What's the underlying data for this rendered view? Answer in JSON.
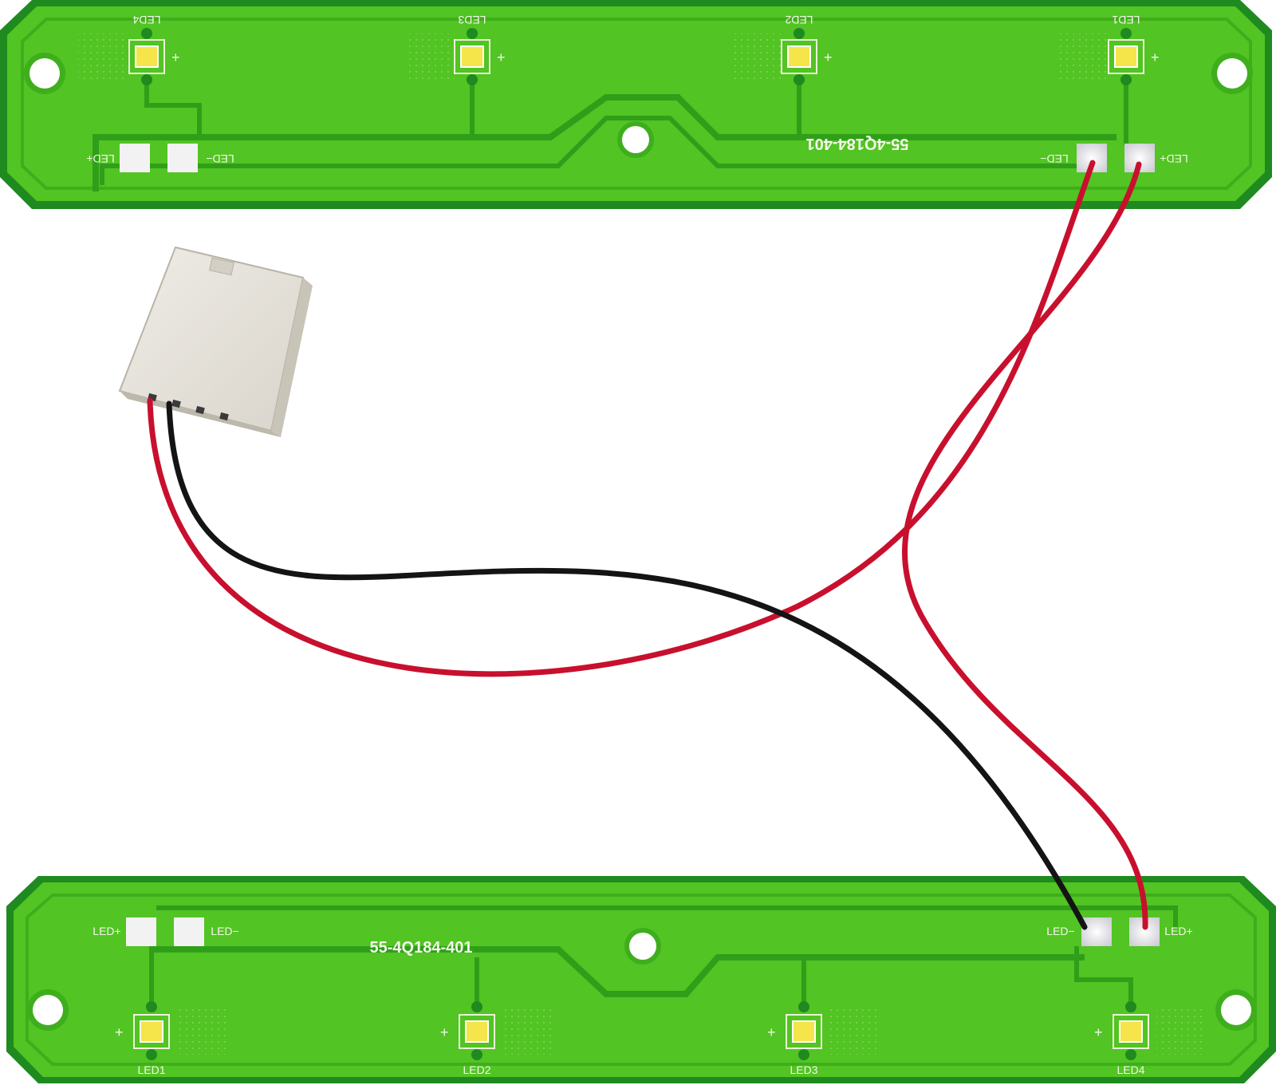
{
  "colors": {
    "background": "#ffffff",
    "pcb_edge": "#1f8a1f",
    "pcb_fill": "#52c423",
    "pcb_inner": "#3fae1d",
    "trace": "#2f9f1a",
    "pad": "#f2f2f2",
    "led": "#f5e44a",
    "wire_red": "#c8102e",
    "wire_black": "#141414",
    "connector": "#e6e3dc",
    "connector_shade": "#c8c4b8"
  },
  "top_board": {
    "part_number": "55-4Q184-401",
    "led_labels": [
      "LED4",
      "LED3",
      "LED2",
      "LED1"
    ],
    "plus_mark": "+",
    "pads_left": [
      "LED+",
      "LED−"
    ],
    "pads_right": [
      "LED−",
      "LED+"
    ]
  },
  "bottom_board": {
    "part_number": "55-4Q184-401",
    "led_labels": [
      "LED1",
      "LED2",
      "LED3",
      "LED4"
    ],
    "plus_mark": "+",
    "pads_left": [
      "LED+",
      "LED−"
    ],
    "pads_right": [
      "LED−",
      "LED+"
    ]
  }
}
